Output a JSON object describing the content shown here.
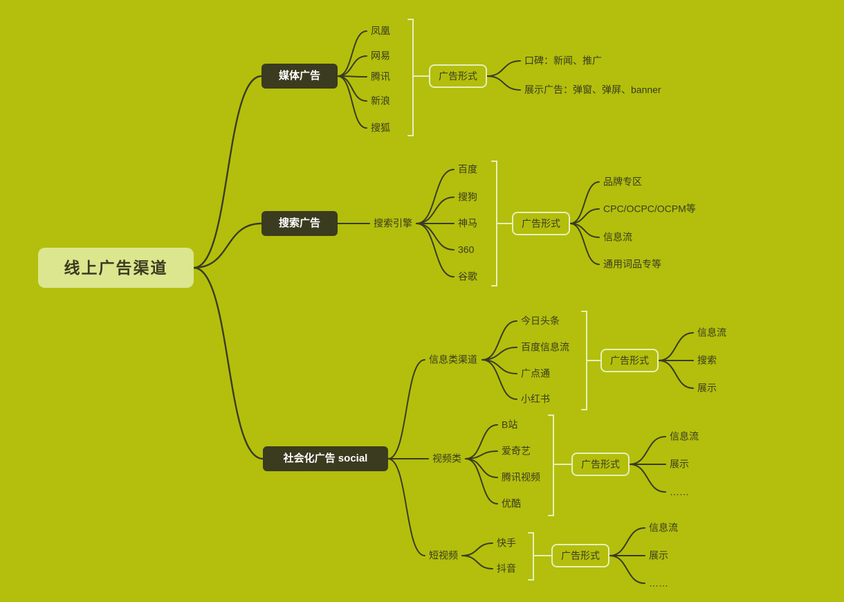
{
  "canvas": {
    "background": "#b3bf0c",
    "dark": "#3a3b1f",
    "light": "#e7f0bb",
    "root_bg": "#dbe68f",
    "branch_text": "#ffffff"
  },
  "root": {
    "label": "线上广告渠道"
  },
  "branches": [
    {
      "label": "媒体广告",
      "children": [
        "凤凰",
        "网易",
        "腾讯",
        "新浪",
        "搜狐"
      ],
      "ad_format": {
        "label": "广告形式",
        "children": [
          "口碑：新闻、推广",
          "展示广告：弹窗、弹屏、banner"
        ]
      }
    },
    {
      "label": "搜索广告",
      "engine_label": "搜索引擎",
      "children": [
        "百度",
        "搜狗",
        "神马",
        "360",
        "谷歌"
      ],
      "ad_format": {
        "label": "广告形式",
        "children": [
          "品牌专区",
          "CPC/OCPC/OCPM等",
          "信息流",
          "通用词品专等"
        ]
      }
    },
    {
      "label": "社会化广告 social",
      "groups": [
        {
          "label": "信息类渠道",
          "children": [
            "今日头条",
            "百度信息流",
            "广点通",
            "小红书"
          ],
          "ad_format": {
            "label": "广告形式",
            "children": [
              "信息流",
              "搜索",
              "展示"
            ]
          }
        },
        {
          "label": "视频类",
          "children": [
            "B站",
            "爱奇艺",
            "腾讯视频",
            "优酷"
          ],
          "ad_format": {
            "label": "广告形式",
            "children": [
              "信息流",
              "展示",
              "……"
            ]
          }
        },
        {
          "label": "短视频",
          "children": [
            "快手",
            "抖音"
          ],
          "ad_format": {
            "label": "广告形式",
            "children": [
              "信息流",
              "展示",
              "……"
            ]
          }
        }
      ]
    }
  ]
}
